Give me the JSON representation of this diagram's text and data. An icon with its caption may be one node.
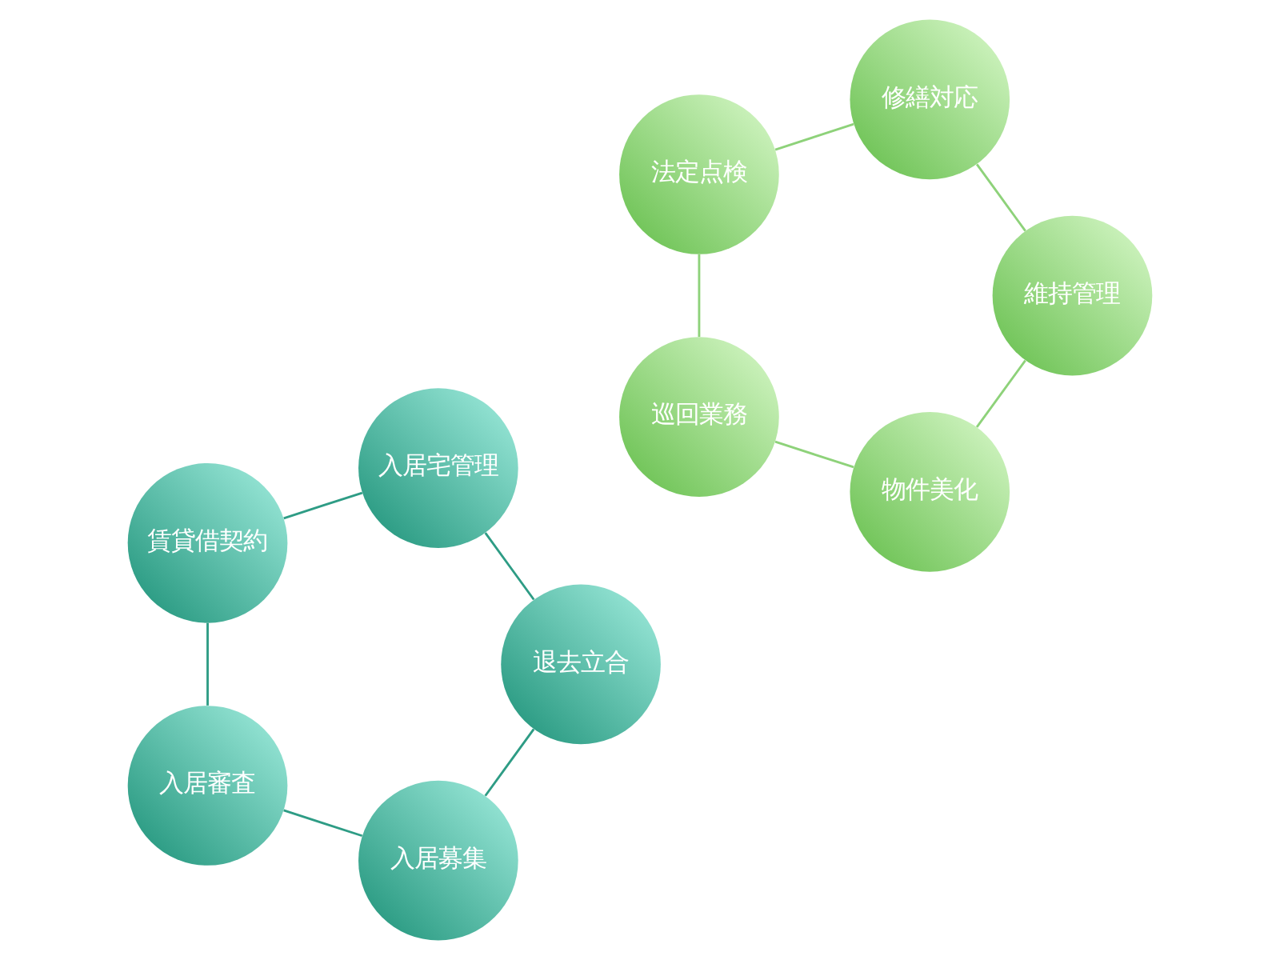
{
  "diagram": {
    "nodes": [
      {
        "text": [
          "入居募集"
        ]
      },
      {
        "text": [
          "退去立合"
        ]
      },
      {
        "text": [
          "入居審査"
        ]
      },
      {
        "text": [
          "入居宅管理"
        ]
      },
      {
        "text": [
          "賃貸借契約"
        ]
      },
      {
        "text": [
          "物件美化"
        ]
      },
      {
        "text": [
          "維持管理"
        ]
      },
      {
        "text": [
          "巡回業務"
        ]
      },
      {
        "text": [
          "修繕対応"
        ]
      },
      {
        "text": [
          "法定点検"
        ]
      }
    ],
    "edges": [
      {
        "from": 0,
        "to": 2,
        "arrow": "none"
      },
      {
        "from": 2,
        "to": 4,
        "arrow": "none"
      },
      {
        "from": 4,
        "to": 3,
        "arrow": "none"
      },
      {
        "from": 3,
        "to": 1,
        "arrow": "none"
      },
      {
        "from": 1,
        "to": 0,
        "arrow": "none"
      },
      {
        "from": 5,
        "to": 7,
        "arrow": "none",
        "color": "#8ed27a"
      },
      {
        "from": 7,
        "to": 9,
        "arrow": "none",
        "color": "#8ed27a"
      },
      {
        "from": 9,
        "to": 8,
        "arrow": "none",
        "color": "#8ed27a"
      },
      {
        "from": 8,
        "to": 6,
        "arrow": "none",
        "color": "#8ed27a"
      },
      {
        "from": 6,
        "to": 5,
        "arrow": "none",
        "color": "#8ed27a"
      }
    ]
  }
}
